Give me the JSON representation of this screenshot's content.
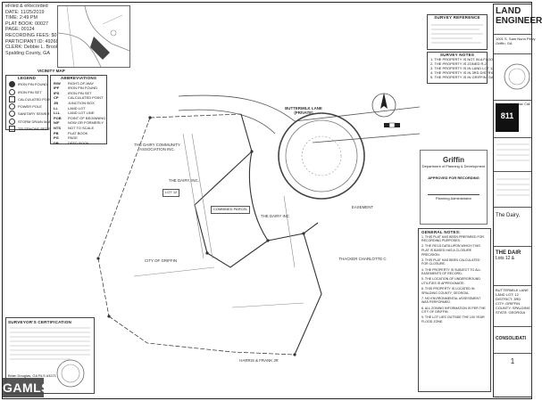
{
  "recording_stamp": [
    "eFiled & eRecorded",
    "DATE: 11/25/2019",
    "TIME: 2:49 PM",
    "PLAT BOOK: 00027",
    "PAGE: 00124",
    "RECORDING FEES: $0.00",
    "PARTICIPANT ID: 4926807685",
    "CLERK: Debbie L. Brooks",
    "Spalding County, GA"
  ],
  "vicinity_map": {
    "label": "VICINITY MAP"
  },
  "legend": {
    "title": "LEGEND",
    "items": [
      "IRON PIN FOUND",
      "IRON PIN SET",
      "CALCULATED POINT",
      "POWER POLE",
      "SANITARY SEWER MANHOLE",
      "STORM DRAIN MANHOLE",
      "TELEPHONE PEDESTAL"
    ]
  },
  "abbreviations": {
    "title": "ABBREVIATIONS",
    "items": [
      {
        "abbr": "R/W",
        "meaning": "RIGHT-OF-WAY"
      },
      {
        "abbr": "IPF",
        "meaning": "IRON PIN FOUND"
      },
      {
        "abbr": "IPS",
        "meaning": "IRON PIN SET"
      },
      {
        "abbr": "CP",
        "meaning": "CALCULATED POINT"
      },
      {
        "abbr": "JB",
        "meaning": "JUNCTION BOX"
      },
      {
        "abbr": "LL",
        "meaning": "LAND LOT"
      },
      {
        "abbr": "LLL",
        "meaning": "LAND LOT LINE"
      },
      {
        "abbr": "POB",
        "meaning": "POINT OF BEGINNING"
      },
      {
        "abbr": "N/F",
        "meaning": "NOW OR FORMERLY"
      },
      {
        "abbr": "NTS",
        "meaning": "NOT TO SCALE"
      },
      {
        "abbr": "PB",
        "meaning": "PLAT BOOK"
      },
      {
        "abbr": "PG",
        "meaning": "PAGE"
      },
      {
        "abbr": "DB",
        "meaning": "DEED BOOK"
      }
    ]
  },
  "survey_reference": {
    "title": "SURVEY REFERENCE"
  },
  "survey_notes": {
    "title": "SURVEY NOTES",
    "items": [
      "1. THE PROPERTY IS NOT IN A FLOOD ZONE.",
      "2. THE PROPERTY IS ZONED R-2.",
      "3. THE PROPERTY IS IN LAND LOT 12.",
      "4. THE PROPERTY IS IN 3RD DISTRICT.",
      "5. THE PROPERTY IS IN GRIFFIN, GA."
    ]
  },
  "plan_labels": {
    "road_name": "BUTTERMILK LANE",
    "road_sub": "(PRIVATE)",
    "owner_top": "THE DAIRY COMMUNITY ASSOCIATION INC.",
    "owner_mid": "THE DAIRY, INC.",
    "lot_12": "LOT 12",
    "combined_parcel": "COMBINED PARCEL",
    "owner_right": "THE DAIRY INC",
    "owner_thacker": "THACKER CHARLOTTE C",
    "city": "CITY OF GRIFFIN",
    "owner_harris": "HARRIS & FRANK JR",
    "easement": "EASEMENT"
  },
  "griffin_block": {
    "logo": "Griffin",
    "dept": "Department of Planning & Development",
    "approval": "APPROVED FOR RECORDING",
    "signature_line": "Planning Administrator"
  },
  "general_notes": {
    "title": "GENERAL NOTES:",
    "items": [
      "1. THIS PLAT HAS BEEN PREPARED FOR RECORDING PURPOSES.",
      "2. THE FIELD DATA UPON WHICH THIS PLAT IS BASED HAS A CLOSURE PRECISION.",
      "3. THIS PLAT HAS BEEN CALCULATED FOR CLOSURE.",
      "4. THE PROPERTY IS SUBJECT TO ALL EASEMENTS OF RECORD.",
      "5. THE LOCATION OF UNDERGROUND UTILITIES IS APPROXIMATE.",
      "6. THIS PROPERTY IS LOCATED IN SPALDING COUNTY, GEORGIA.",
      "7. NO ENVIRONMENTAL ASSESSMENT WAS PERFORMED.",
      "8. ALL ZONING INFORMATION IS PER THE CITY OF GRIFFIN.",
      "9. THE LOT LIES OUTSIDE THE 100 YEAR FLOOD ZONE."
    ]
  },
  "surveyor_cert": {
    "title": "SURVEYOR'S CERTIFICATION",
    "signature": "Brian Douglas, GA RLS #3271"
  },
  "title_block": {
    "logo_line1": "LAND",
    "logo_line2": "ENGINEER",
    "address": "1001 S. Sam Nunn Pkwy",
    "city": "Griffin, GA",
    "call811": "811",
    "call811_sub": "Know what's below. Call",
    "project_name": "The Dairy,",
    "sheet_title_1": "THE DAIR",
    "sheet_title_2": "Lots 12 &",
    "location_lines": [
      "BUTTERMILK LANE",
      "LAND LOT: 12",
      "DISTRICT: 3RD",
      "CITY: GRIFFIN",
      "COUNTY: SPALDING",
      "STATE: GEORGIA"
    ],
    "drawing_title": "CONSOLIDATI",
    "sheet_number": "1"
  },
  "watermark": "GAMLS"
}
